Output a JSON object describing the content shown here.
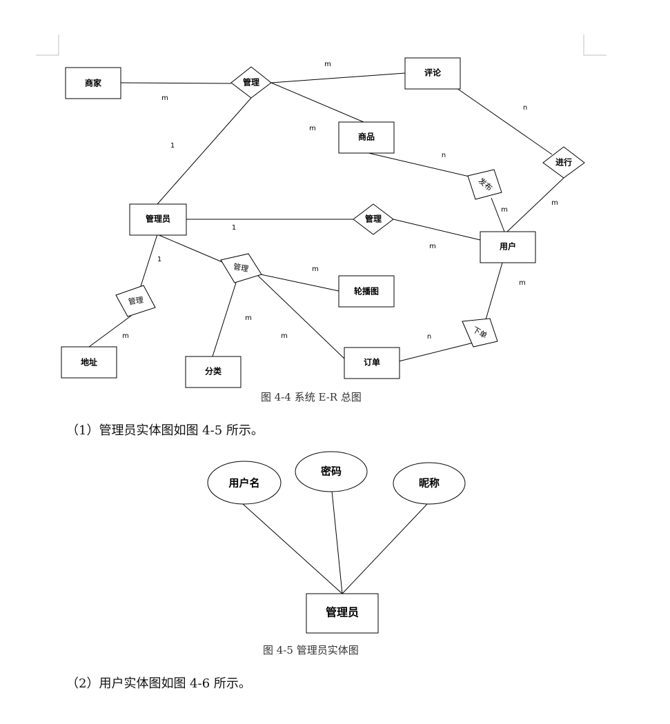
{
  "er_diagram": {
    "entities": [
      {
        "id": "shangjia",
        "label": "商家"
      },
      {
        "id": "pinglun",
        "label": "评论"
      },
      {
        "id": "shangpin",
        "label": "商品"
      },
      {
        "id": "guanliyuan",
        "label": "管理员"
      },
      {
        "id": "yonghu",
        "label": "用户"
      },
      {
        "id": "lunbotu",
        "label": "轮播图"
      },
      {
        "id": "dizhi",
        "label": "地址"
      },
      {
        "id": "fenlei",
        "label": "分类"
      },
      {
        "id": "dingdan",
        "label": "订单"
      }
    ],
    "relationships": [
      {
        "id": "r_guanli_top",
        "label": "管理"
      },
      {
        "id": "r_jinxing",
        "label": "进行"
      },
      {
        "id": "r_fabu",
        "label": "发布"
      },
      {
        "id": "r_guanli_mid",
        "label": "管理"
      },
      {
        "id": "r_guanli_center",
        "label": "管理"
      },
      {
        "id": "r_guanli_left",
        "label": "管理"
      },
      {
        "id": "r_xiadan",
        "label": "下单"
      }
    ],
    "cardinalities": [
      "m",
      "m",
      "1",
      "m",
      "n",
      "n",
      "m",
      "m",
      "1",
      "m",
      "1",
      "m",
      "m",
      "m",
      "m",
      "n",
      "m"
    ],
    "caption": "图 4-4  系统 E-R 总图"
  },
  "para1": "（1）管理员实体图如图 4-5 所示。",
  "admin_diagram": {
    "attributes": [
      {
        "id": "username",
        "label": "用户名"
      },
      {
        "id": "password",
        "label": "密码"
      },
      {
        "id": "nickname",
        "label": "昵称"
      }
    ],
    "entity": "管理员",
    "caption": "图 4-5  管理员实体图"
  },
  "para2": "（2）用户实体图如图 4-6 所示。"
}
